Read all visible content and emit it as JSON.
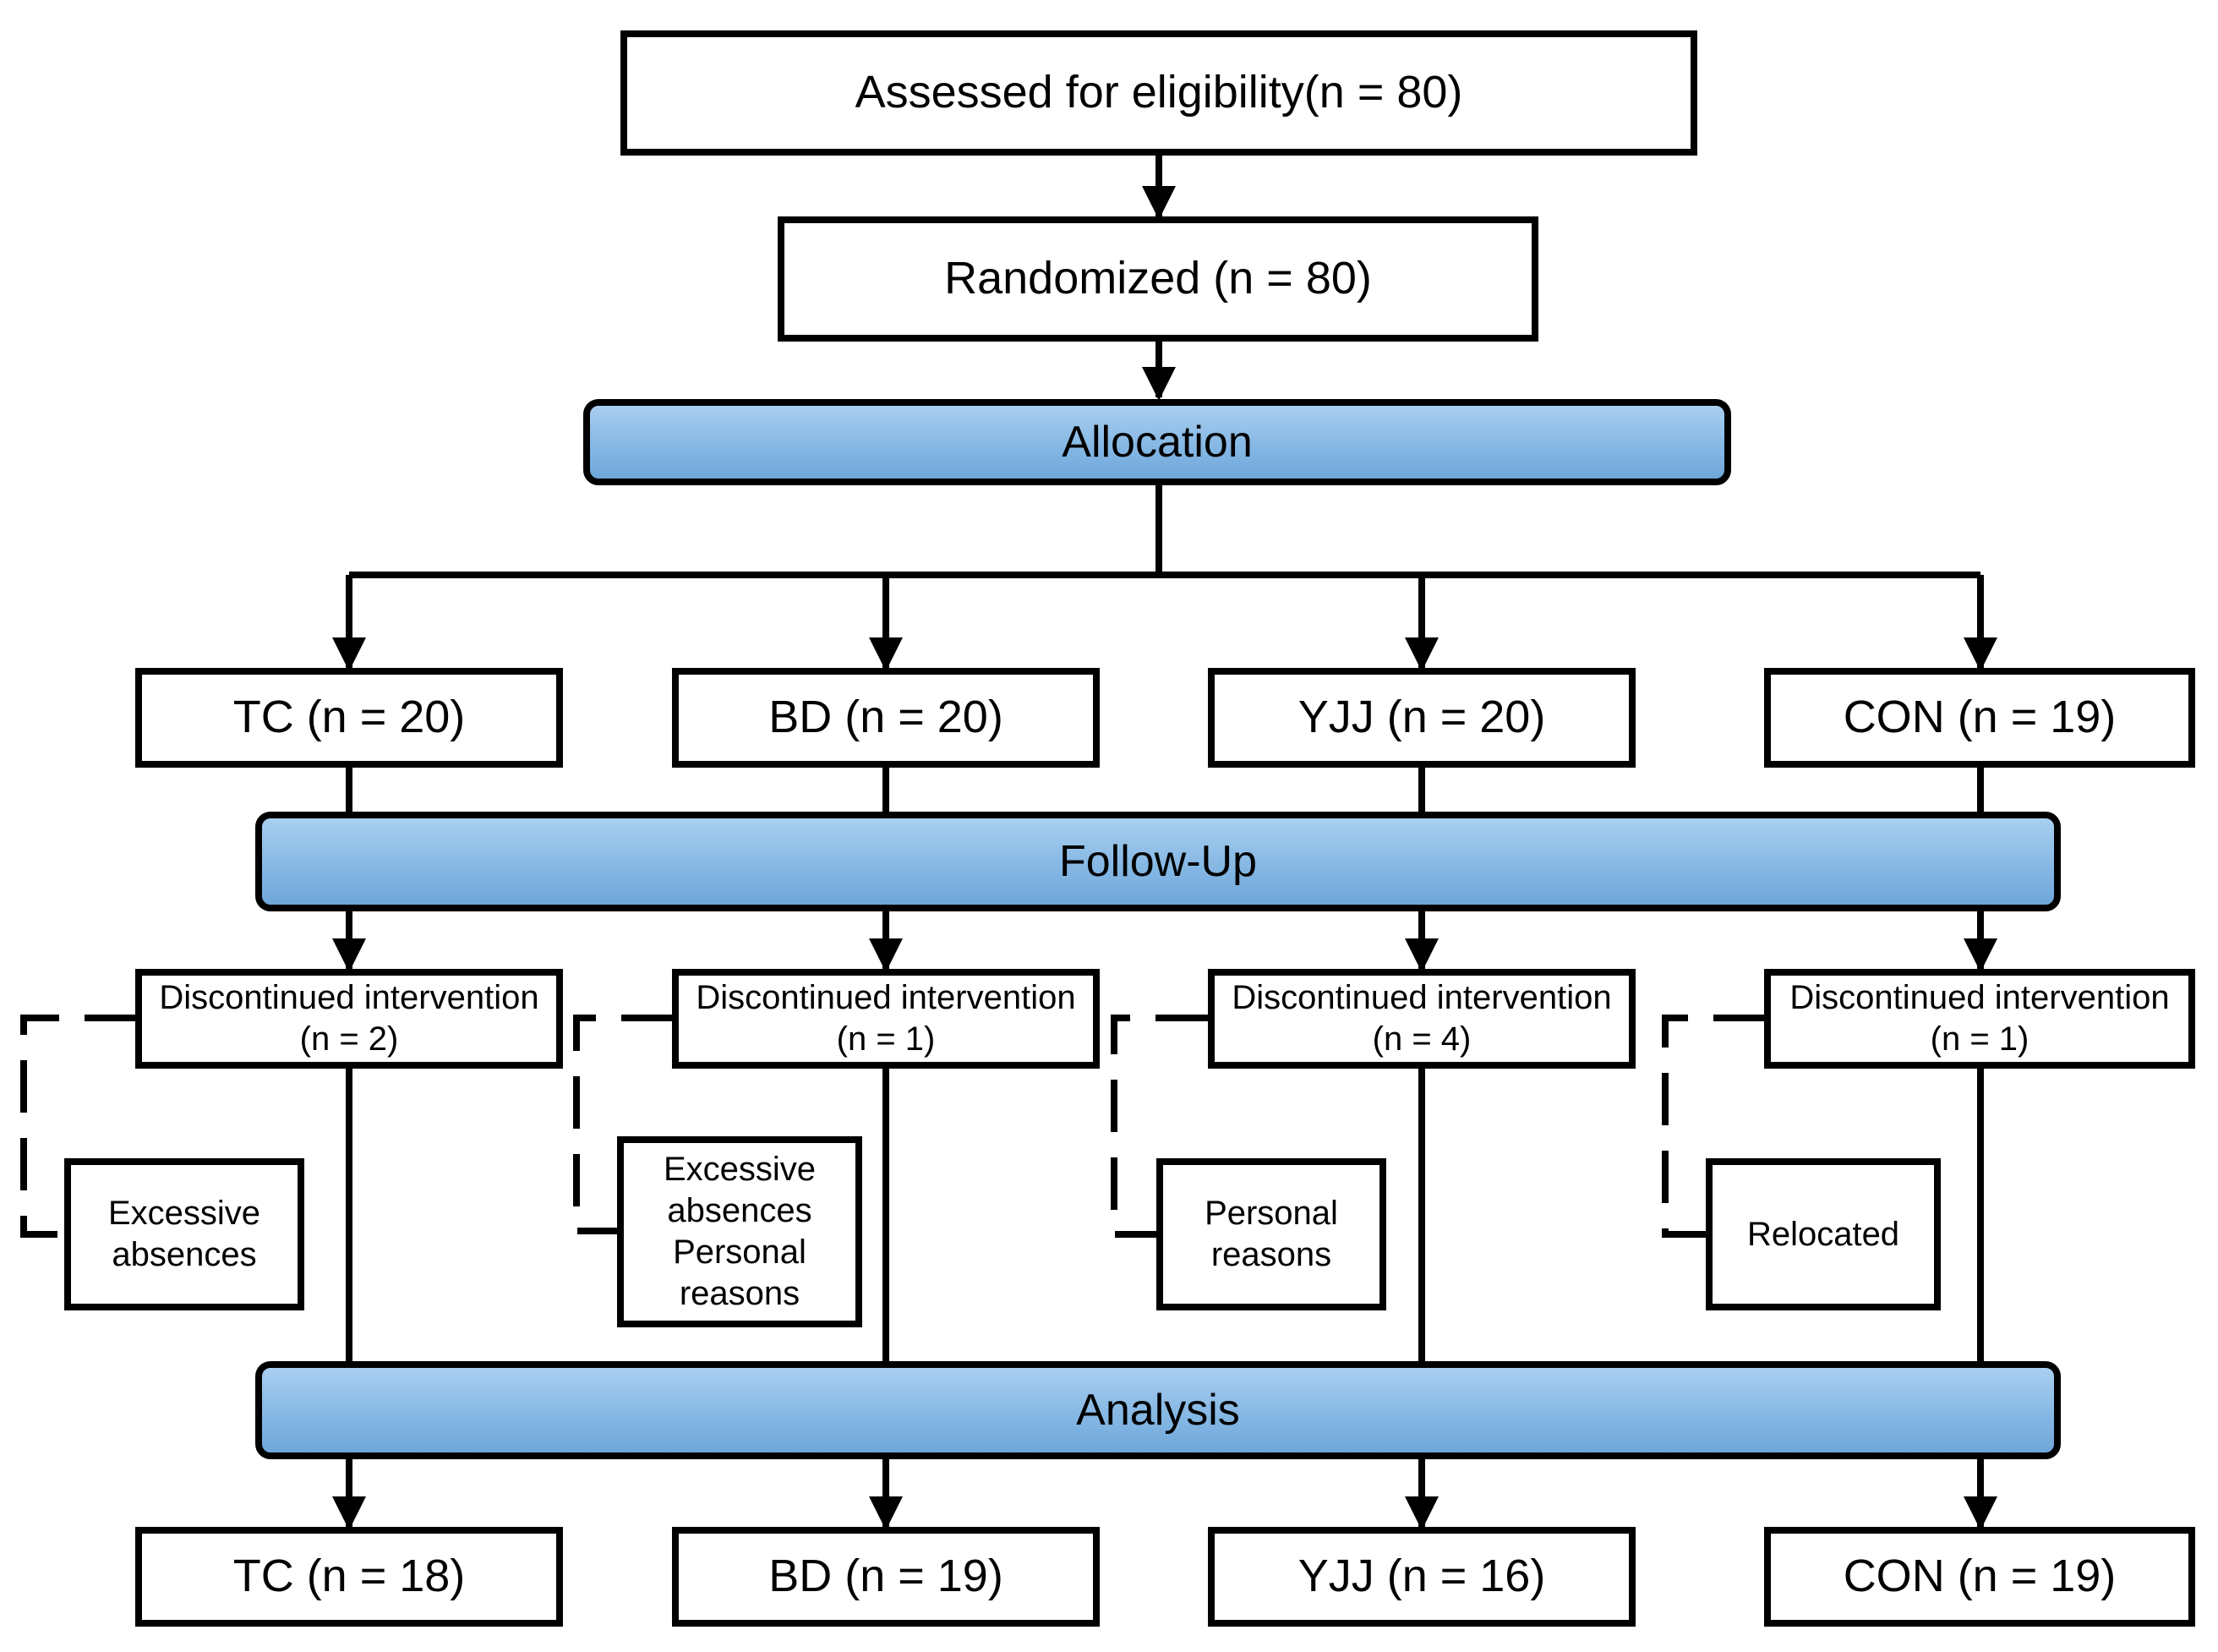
{
  "enrollment": {
    "assessed": "Assessed for eligibility(n = 80)",
    "randomized": "Randomized (n = 80)"
  },
  "stages": {
    "allocation": "Allocation",
    "follow_up": "Follow-Up",
    "analysis": "Analysis"
  },
  "groups": [
    {
      "allocated": "TC (n = 20)",
      "discontinued": "Discontinued intervention",
      "discontinued_n": "(n = 2)",
      "reasons": [
        "Excessive",
        "absences"
      ],
      "analyzed": "TC (n = 18)"
    },
    {
      "allocated": "BD (n = 20)",
      "discontinued": "Discontinued intervention",
      "discontinued_n": "(n = 1)",
      "reasons": [
        "Excessive",
        "absences",
        "Personal",
        "reasons"
      ],
      "analyzed": "BD (n = 19)"
    },
    {
      "allocated": "YJJ (n = 20)",
      "discontinued": "Discontinued intervention",
      "discontinued_n": "(n = 4)",
      "reasons": [
        "Personal",
        "reasons"
      ],
      "analyzed": "YJJ (n = 16)"
    },
    {
      "allocated": "CON (n = 19)",
      "discontinued": "Discontinued intervention",
      "discontinued_n": "(n = 1)",
      "reasons": [
        "Relocated"
      ],
      "analyzed": "CON (n = 19)"
    }
  ]
}
